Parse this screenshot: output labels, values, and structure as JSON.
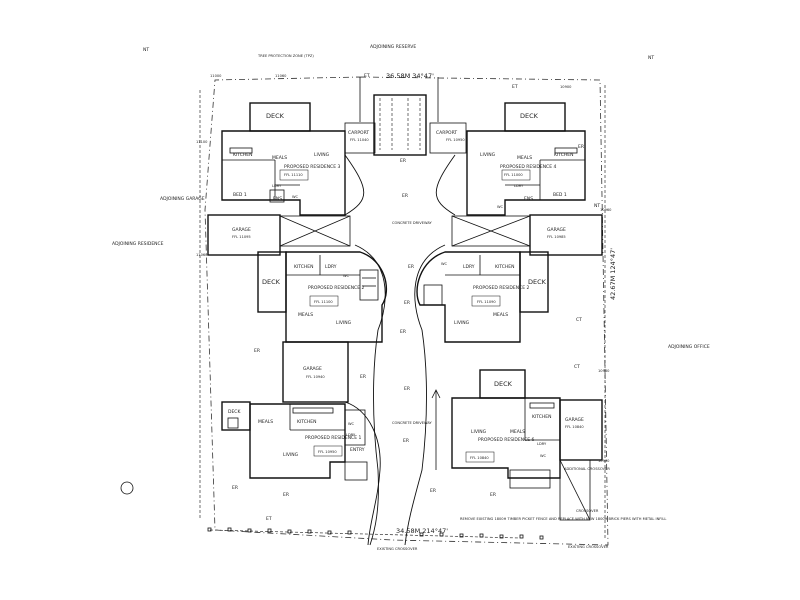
{
  "boundary": {
    "top_dimension": "36.58M  34°47'",
    "bottom_dimension": "34.58M  214°47'",
    "right_dimension": "42.67M  124°47'",
    "adjoining_reserve": "ADJOINING RESERVE",
    "adjoining_garage": "ADJOINING GARAGE",
    "adjoining_residence": "ADJOINING RESIDENCE",
    "adjoining_office": "ADJOINING OFFICE",
    "existing_crossover_left": "EXISTING CROSSOVER",
    "existing_crossover_right": "EXISTING CROSSOVER"
  },
  "common": {
    "driveway_top": "CONCRETE DRIVEWAY",
    "driveway_bottom": "CONCRETE DRIVEWAY",
    "additional_crossover": "ADDITIONAL CROSSOVER",
    "crossover_new": "CROSSOVER",
    "fence_note": "REMOVE EXISTING 1800H TIMBER PICKET FENCE AND REPLACE WITH NEW 1800H BRICK PIERS WITH METAL INFILL",
    "tree_note": "TREE PROTECTION ZONE (TPZ)",
    "nt": "NT",
    "et": "ET",
    "er": "ER",
    "ct": "CT",
    "spot_levels": [
      "11000",
      "11060",
      "11100",
      "11060",
      "10960",
      "10960",
      "10960",
      "10900"
    ]
  },
  "rooms": {
    "deck": "DECK",
    "carport": "CARPORT",
    "garage": "GARAGE",
    "kitchen": "KITCHEN",
    "meals": "MEALS",
    "living": "LIVING",
    "bed1": "BED 1",
    "ens": "ENS",
    "wc": "WC",
    "ldry": "LDRY",
    "entry": "ENTRY"
  },
  "residences": [
    {
      "title": "PROPOSED RESIDENCE 3",
      "ffl": "FFL 11110"
    },
    {
      "title": "PROPOSED RESIDENCE 4",
      "ffl": "FFL 11000"
    },
    {
      "title": "PROPOSED RESIDENCE 2",
      "ffl": "FFL 11100"
    },
    {
      "title": "PROPOSED RESIDENCE 2",
      "ffl": "FFL 11090"
    },
    {
      "title": "PROPOSED RESIDENCE 1",
      "ffl": "FFL 10950"
    },
    {
      "title": "PROPOSED RESIDENCE 6",
      "ffl": "FFL 10840"
    }
  ],
  "levels": {
    "carport_left": "FFL 11040",
    "carport_right": "FFL 10950",
    "garage_left": "FFL 11095",
    "garage_right": "FFL 10985",
    "garage_center": "FFL 10940",
    "garage_bottom_right": "FFL 10840"
  }
}
